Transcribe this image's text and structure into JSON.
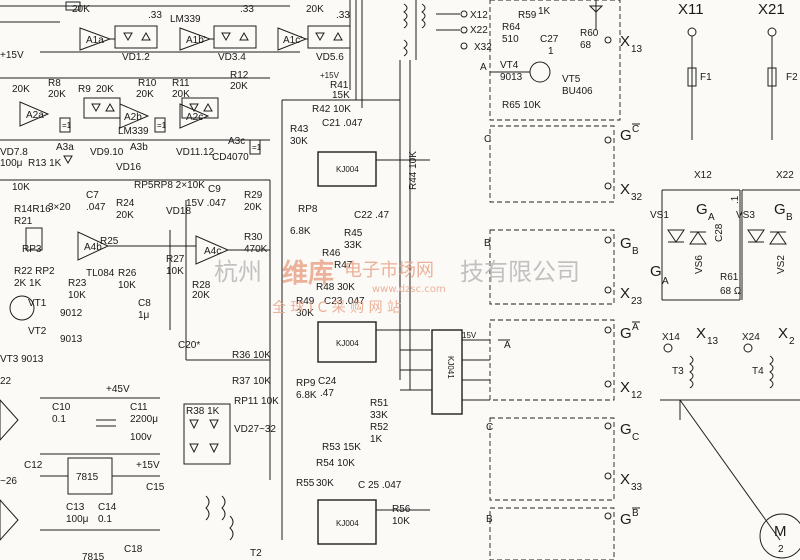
{
  "opamps_top": [
    {
      "label": "A1a",
      "resistor": "20K",
      "diodes": "VD1.2",
      "cap": ".33"
    },
    {
      "label": "A1b'",
      "resistor": "20K",
      "diodes": "VD3.4",
      "cap": ".33",
      "ic": "LM339"
    },
    {
      "label": "A1c'",
      "resistor": "20K",
      "diodes": "VD5.6",
      "cap": ".33"
    }
  ],
  "opamps_row2": [
    {
      "label": "A2a",
      "r1": "R8",
      "r2": "20K",
      "vd": "VD7.8"
    },
    {
      "label": "A2b",
      "r1": "R10",
      "r2": "20K",
      "vd": "VD9.10",
      "ic": "LM339"
    },
    {
      "label": "A2c",
      "r1": "R12",
      "r2": "20K",
      "vd": "VD11.12",
      "ic": "CD4070"
    }
  ],
  "labels": {
    "plus15v": "+15V",
    "r9": "R9",
    "r11": "R11",
    "r13": "R13 1K",
    "vd16": "VD16",
    "a3a": "A3a",
    "a3b": "A3b",
    "a3c": "A3c",
    "c100u": "100μ",
    "rp5": "RP5RP8 2×10K",
    "c9": "C9",
    "c7": "C7",
    "c7v": ".047",
    "r24": "R24",
    "r24v": "20K",
    "c8": "C8",
    "c8v": "1μ",
    "vd18": "VD18",
    "c9v": "15V .047",
    "r29": "R29",
    "r29v": "20K",
    "r28": "R28",
    "r28v": "20K",
    "r30": "R30",
    "r30v": "470K",
    "a4c": "A4c",
    "a4b": "A4b",
    "tl084": "TL084",
    "r25": "R25",
    "r26": "R26",
    "r26v": "10K",
    "r27": "R27",
    "r27v": "10K",
    "r23": "R23",
    "r23v": "10K",
    "r14": "R14R16",
    "r21": "R21",
    "rp3": "RP3",
    "r22": "R22 RP2",
    "r22v": "2K  1K",
    "vt1": "VT1",
    "vt2": "VT2",
    "vt3": "VT3 9013",
    "n9012": "9012",
    "n9013": "9013",
    "c3x20": "3×20",
    "tenk": "10K",
    "twentyk": "20K",
    "c20": "C20*",
    "r36": "R36 10K",
    "r37": "R37 10K",
    "rp11": "RP11 10K",
    "r38": "R38 1K",
    "vd27": "VD27~32",
    "plus45": "+45V",
    "c10": "C10",
    "c10v": "0.1",
    "c11": "C11",
    "c11v": "2200μ",
    "c11w": "100v",
    "c12": "C12",
    "ic7815": "7815",
    "plus15b": "+15V",
    "c15": "C15",
    "c13": "C13",
    "c13v": "100μ",
    "c14": "C14",
    "c14v": "0.1",
    "c18": "C18",
    "r7815b": "7815",
    "t2": "T2",
    "sim26": "~26",
    "n22": "22",
    "r41": "R41",
    "r41v": "15K",
    "plus15c": "+15V",
    "r42": "R42 10K",
    "r43": "R43",
    "r43v": "30K",
    "c21": "C21 .047",
    "kj004a": "KJ004",
    "r44": "R44 10K",
    "c22": "C22 .47",
    "rp8": "RP8",
    "rp8v": "6.8K",
    "r45": "R45",
    "r45v": "33K",
    "r46": "R46",
    "r47": "R47",
    "r48": "R48 30K",
    "r49": "R49",
    "r49v": "30K",
    "c23": "C23 .047",
    "kj004b": "KJ004",
    "rp9": "RP9",
    "rp9v": "6.8K",
    "c24": "C24",
    "c24v": ".47",
    "r51": "R51",
    "r51v": "33K",
    "r52": "R52",
    "r52v": "1K",
    "r53": "R53  15K",
    "r54": "R54  10K",
    "r55": "R55",
    "r55v": "30K",
    "c25": "C 25 .047",
    "kj004c": "KJ004",
    "r56": "R56",
    "r56v": "10K",
    "kj041": "KJ041",
    "v15": "15V",
    "x12": "X12",
    "x22": "X22",
    "x32": "X32",
    "r64": "R64",
    "r64v": "510",
    "r59": "R59",
    "r59v": "1K",
    "c27": "C27",
    "c27v": "1",
    "r60": "R60",
    "r60v": "68",
    "vt4": "VT4",
    "vt4v": "9013",
    "vt5": "VT5",
    "vt5v": "BU406",
    "r65": "R65 10K",
    "pA": "A",
    "x13": "X",
    "x13s": "13",
    "gcbar": "G",
    "gcbar_s": "C",
    "x32b": "X",
    "x32bs": "32",
    "gb": "G",
    "gbs": "B",
    "x23": "X",
    "x23s": "23",
    "gabar": "G",
    "gabar_s": "A",
    "x12b": "X",
    "x12bs": "12",
    "gc": "G",
    "gcs": "C",
    "x33": "X",
    "x33s": "33",
    "gbbar": "G",
    "gbbar_s": "B",
    "cC": "C",
    "cB": "B",
    "cA": "A",
    "cCb": "C",
    "cBb": "B",
    "x11": "X11",
    "x21": "X21",
    "f1": "F1",
    "f2": "F2",
    "x12r": "X12",
    "x22r": "X22",
    "vs1": "VS1",
    "vs3": "VS3",
    "vs6": "VS6",
    "vs2": "VS2",
    "c28": "C28",
    "c28v": ".1",
    "r61": "R61",
    "r61v": "68 Ω",
    "ga": "G",
    "gas": "A",
    "ga2": "G",
    "ga2s": "A",
    "gb2": "G",
    "gb2s": "B",
    "x13r": "X",
    "x13rs": "13",
    "x22rr": "X",
    "x22rrs": "2",
    "x14": "X14",
    "x24": "X24",
    "t3": "T3",
    "t4": "T4",
    "motor": "M",
    "motor2": "2"
  },
  "watermark": {
    "left": "杭州",
    "brand": "维库",
    "cn": "电子市场网",
    "right": "技有限公司",
    "url": "www.dzsc.com",
    "sub": "全 球 I C 采 购 网 站"
  }
}
